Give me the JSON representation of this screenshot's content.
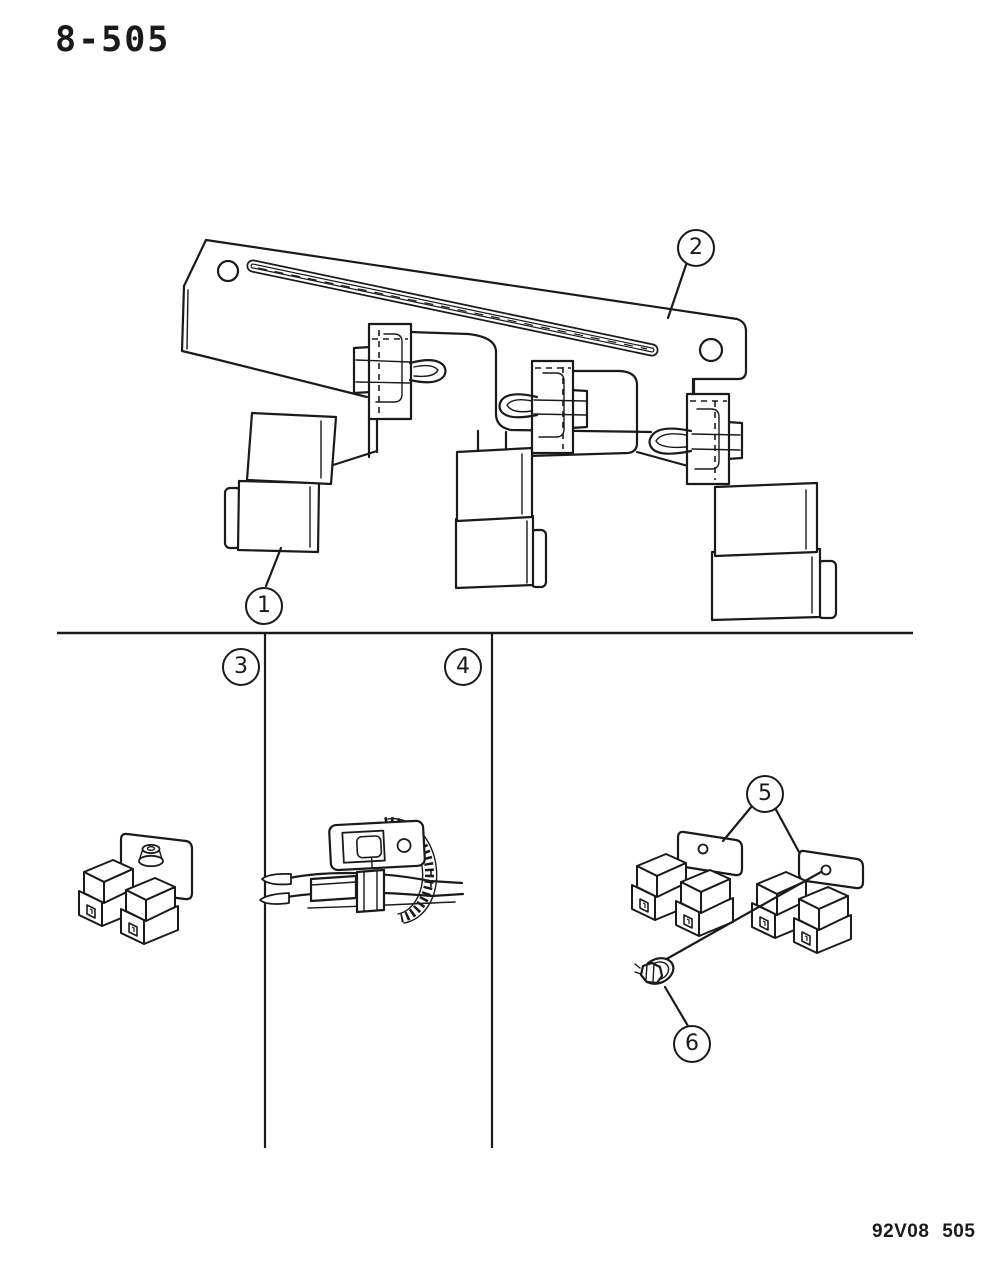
{
  "colors": {
    "ink": "#1a1a1a",
    "paper": "#ffffff"
  },
  "header": {
    "page_number": "8-505"
  },
  "footer": {
    "figure_code": "92V08 505"
  },
  "callouts": {
    "c1": "1",
    "c2": "2",
    "c3": "3",
    "c4": "4",
    "c5": "5",
    "c6": "6"
  }
}
